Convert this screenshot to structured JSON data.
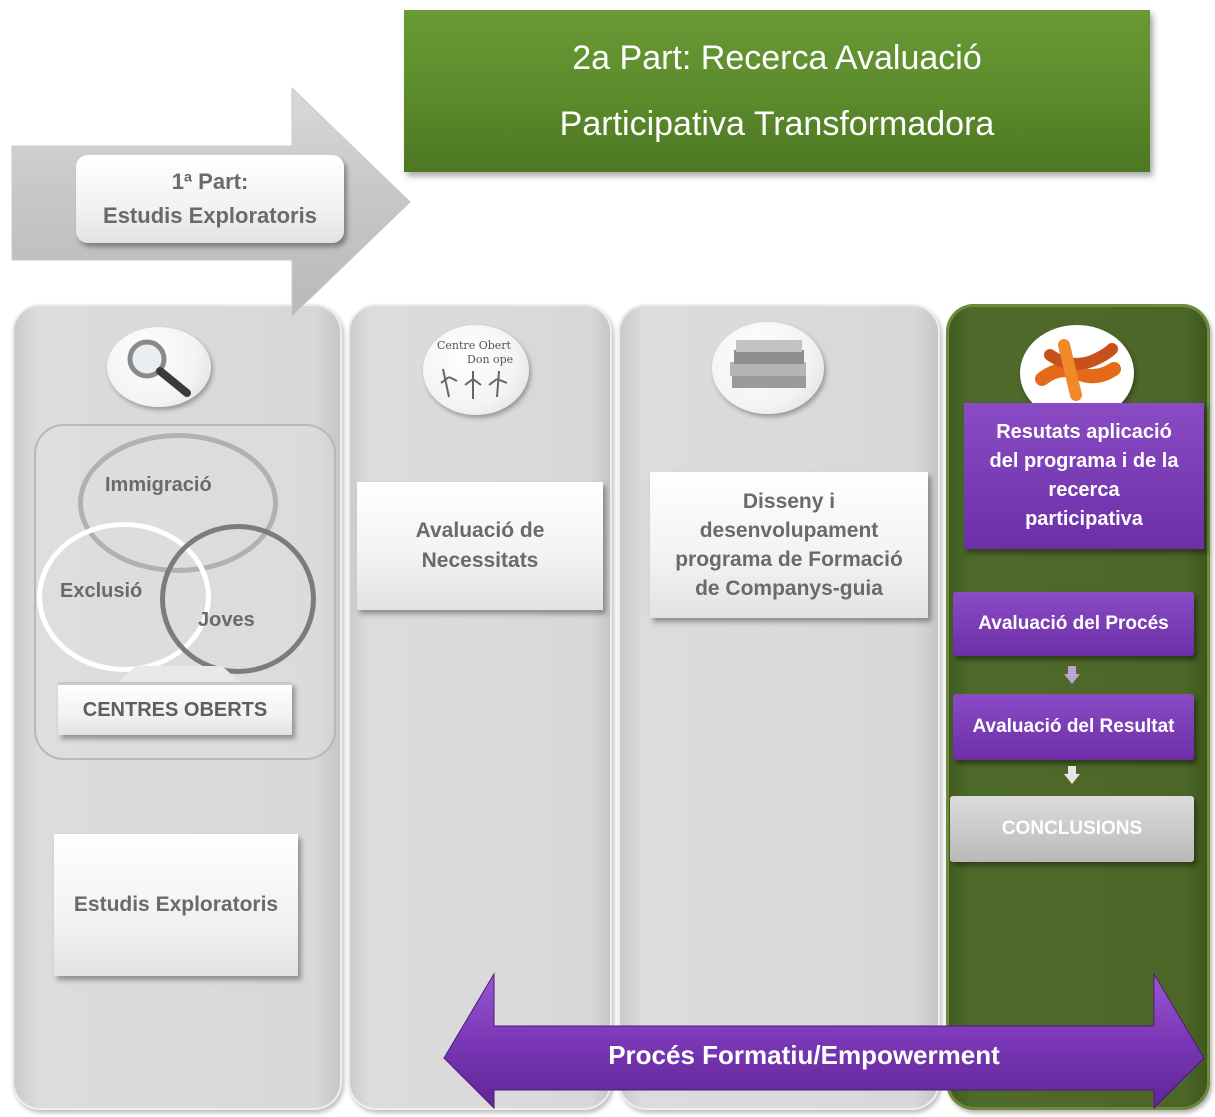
{
  "header": {
    "title_line1": "2a Part: Recerca Avaluació",
    "title_line2": "Participativa Transformadora",
    "title_bg": "#5e8a2e"
  },
  "part1": {
    "line1": "1ª Part:",
    "line2": "Estudis Exploratoris"
  },
  "column1": {
    "venn": {
      "circle1": "Immigració",
      "circle2": "Exclusió",
      "circle3": "Joves"
    },
    "venn_label": "CENTRES OBERTS",
    "card": "Estudis Exploratoris"
  },
  "column2": {
    "icon_text": [
      "Centre Obert",
      "Don ope"
    ],
    "card_line1": "Avaluació de",
    "card_line2": "Necessitats"
  },
  "column3": {
    "card_lines": [
      "Disseny  i",
      "desenvolupament",
      "programa de Formació",
      "de Companys-guia"
    ]
  },
  "column4": {
    "results_lines": [
      "Resutats aplicació",
      "del programa i de la",
      "recerca",
      "participativa"
    ],
    "process": "Avaluació del Procés",
    "result": "Avaluació del Resultat",
    "conclusions": "CONCLUSIONS",
    "accent": "#7a3bb5",
    "green": "#4e6a2a"
  },
  "bottom_arrow": {
    "label": "Procés Formatiu/Empowerment"
  }
}
